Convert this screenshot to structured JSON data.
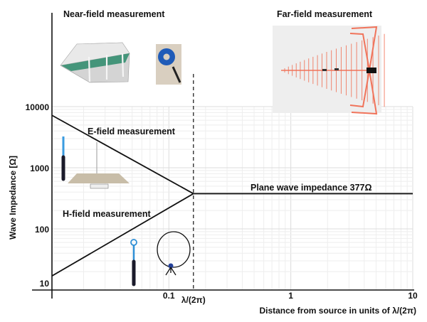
{
  "chart_data": {
    "type": "line",
    "title": "",
    "xlabel": "Distance from source in units of λ/(2π)",
    "ylabel": "Wave Impedance [Ω]",
    "xscale": "log",
    "yscale": "log",
    "xlim": [
      0.011,
      10
    ],
    "ylim": [
      10,
      10000
    ],
    "grid": true,
    "x_ticks": [
      {
        "value": 0.1,
        "label": "0.1"
      },
      {
        "value": 0.159,
        "label": "λ/(2π)"
      },
      {
        "value": 1,
        "label": "1"
      },
      {
        "value": 10,
        "label": "10"
      }
    ],
    "y_ticks": [
      {
        "value": 10000,
        "label": "10000"
      },
      {
        "value": 1000,
        "label": "1000"
      },
      {
        "value": 100,
        "label": "100"
      },
      {
        "value": 10,
        "label": "10"
      }
    ],
    "boundary": {
      "value": 0.159,
      "label": "λ/(2π)",
      "style": "dashed"
    },
    "series": [
      {
        "name": "E-field",
        "points": [
          [
            0.011,
            7200
          ],
          [
            0.159,
            377
          ]
        ]
      },
      {
        "name": "H-field",
        "points": [
          [
            0.011,
            17
          ],
          [
            0.159,
            377
          ]
        ]
      },
      {
        "name": "Plane wave",
        "points": [
          [
            0.159,
            377
          ],
          [
            10,
            377
          ]
        ]
      }
    ],
    "annotations": [
      {
        "text": "Near-field measurement",
        "region": "top-left"
      },
      {
        "text": "Far-field measurement",
        "region": "top-right"
      },
      {
        "text": "E-field measurement",
        "region": "upper-left"
      },
      {
        "text": "H-field measurement",
        "region": "lower-left"
      },
      {
        "text": "Plane wave impedance 377Ω",
        "region": "right"
      }
    ]
  },
  "colors": {
    "axis": "#111111",
    "grid": "#e6e6e6",
    "line": "#111111",
    "antenna": "#f0735a",
    "probe_blue": "#2f8fd6"
  }
}
